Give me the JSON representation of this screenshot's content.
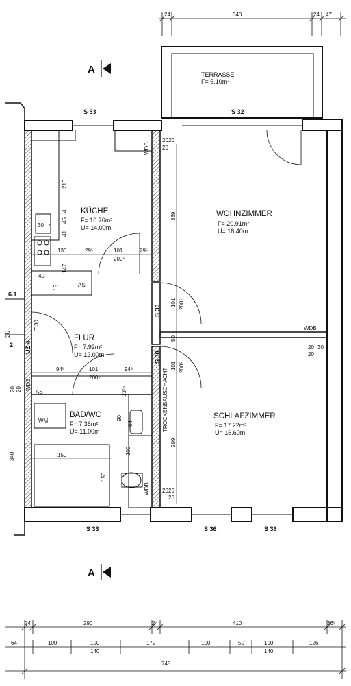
{
  "top_dims": [
    "24",
    "340",
    "24",
    "47"
  ],
  "terrace": {
    "name": "TERRASSE",
    "area": "F= 5.10m²"
  },
  "section": {
    "mark": "A"
  },
  "windows": {
    "s33_top": "S 33",
    "s32_top": "S 32",
    "s33_bottom": "S 33",
    "s36_a": "S 36",
    "s36_b": "S 36",
    "s30_a": "S 30",
    "s30_b": "S 30"
  },
  "rooms": {
    "kueche": {
      "name": "KÜCHE",
      "area": "F= 10.76m²",
      "perimeter": "U= 14.00m"
    },
    "wohnzimmer": {
      "name": "WOHNZIMMER",
      "area": "F= 20.91m²",
      "perimeter": "U= 18.40m"
    },
    "flur": {
      "name": "FLUR",
      "area": "F=  7.92m²",
      "perimeter": "U= 12.00m"
    },
    "bad": {
      "name": "BAD/WC",
      "area": "F=  7.36m²",
      "perimeter": "U= 11.00m"
    },
    "schlafzimmer": {
      "name": "SCHLAFZIMMER",
      "area": "F= 17.22m²",
      "perimeter": "U= 16.60m"
    }
  },
  "labels": {
    "wdb": "WDB",
    "trocken": "TROCKENBAUSCHACHT",
    "as": "AS",
    "wm": "WM",
    "uz4": "UZ 4",
    "unit2": "2",
    "marker61": "6.1",
    "t30": "T 30",
    "plus2": "2U"
  },
  "kitchen_dims": {
    "d210": "210",
    "d4": "4",
    "d45": "45",
    "d41": "41",
    "d30": "30",
    "d4b": "4",
    "d130": "130",
    "d147": "147",
    "d40": "40",
    "d15": "15",
    "d295a": "29⁵",
    "d101a": "101",
    "d2005a": "200⁵",
    "d295b": "29⁵"
  },
  "flur_dims": {
    "d945a": "94⁵",
    "d101b": "101",
    "d2005b": "200⁵",
    "d945b": "94⁵",
    "d20a": "20",
    "d20b": "20"
  },
  "bad_dims": {
    "d150h": "150",
    "d150v": "150",
    "d90": "90",
    "d64": "64",
    "d100": "100",
    "d1375": "13⁷⁵",
    "d340": "340"
  },
  "wall_dims": {
    "d389": "389",
    "d101c": "101",
    "d2005c": "200⁵",
    "d50": "50",
    "d101d": "101",
    "d2005d": "200⁵",
    "d299": "299",
    "d20c": "20",
    "d20d": "20",
    "d20e": "20",
    "d20f": "20",
    "d20g": "20",
    "d20h": "20",
    "d30a": "30",
    "d20i": "20",
    "d20j": "20"
  },
  "bottom_dims_1": [
    "24",
    "290",
    "24",
    "410",
    "36⁵"
  ],
  "bottom_dims_2": [
    "64",
    "100",
    "100",
    "172",
    "100",
    "50",
    "100",
    "126"
  ],
  "bottom_dims_2b": [
    "140",
    "140"
  ],
  "total": "748"
}
